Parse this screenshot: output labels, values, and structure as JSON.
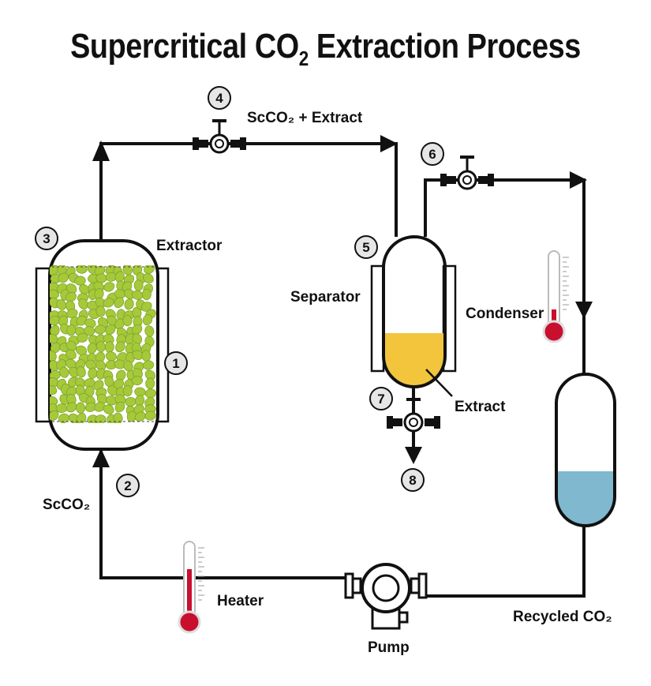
{
  "title": {
    "main": "Supercritical CO",
    "sub": "2",
    "tail": " Extraction Process"
  },
  "labels": {
    "extractor": "Extractor",
    "separator": "Separator",
    "condenser": "Condenser",
    "extract": "Extract",
    "scco2_extract": "ScCO₂ + Extract",
    "scco2": "ScCO₂",
    "heater": "Heater",
    "pump": "Pump",
    "recycled": "Recycled CO₂"
  },
  "markers": [
    "1",
    "2",
    "3",
    "4",
    "5",
    "6",
    "7",
    "8"
  ],
  "colors": {
    "line": "#111111",
    "leaf": "#a6c93a",
    "extract_liquid": "#f2c53d",
    "condensed_liquid": "#7fb8cf",
    "thermo_red": "#c8102e",
    "marker_fill": "#e6e6e6"
  }
}
